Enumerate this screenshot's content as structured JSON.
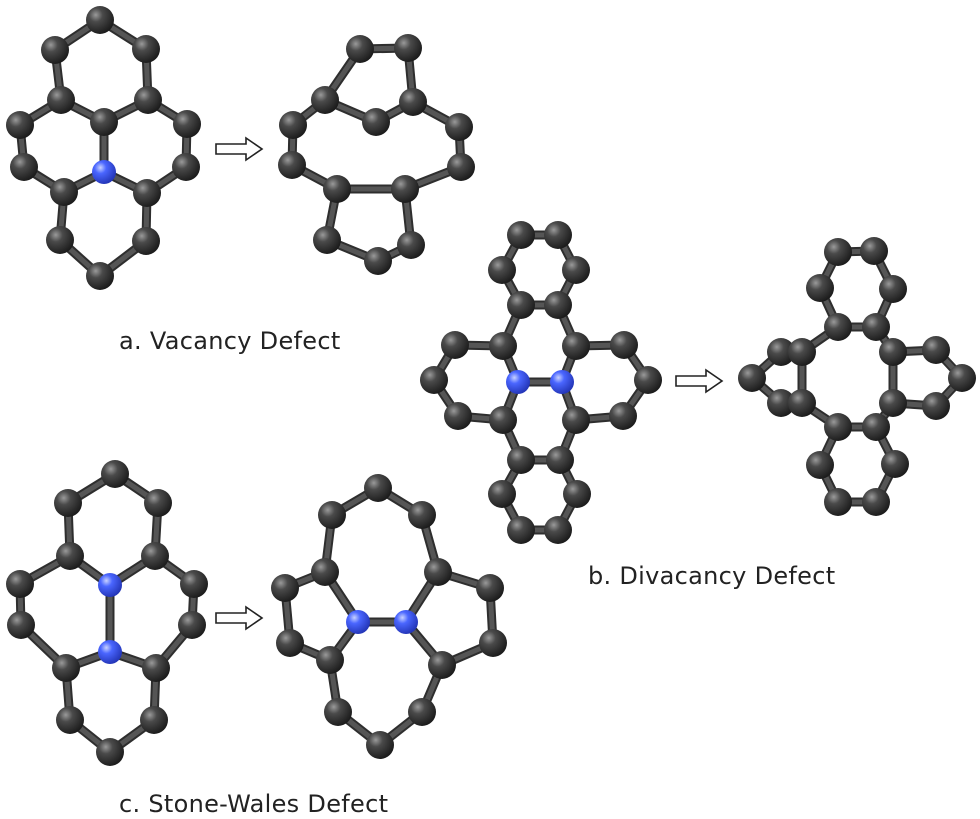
{
  "captions": {
    "vacancy": "a. Vacancy Defect",
    "divacancy": "b. Divacancy Defect",
    "stone_wales": "c. Stone-Wales Defect"
  },
  "colors": {
    "carbon": "#3c3c3c",
    "substituted_atom": "#4a66ff",
    "bond": "#555555",
    "arrow_stroke": "#222222",
    "caption_text": "#222222"
  },
  "molecules": [
    {
      "id": "vacancy-before",
      "panel": "a",
      "state": "before"
    },
    {
      "id": "vacancy-after",
      "panel": "a",
      "state": "after"
    },
    {
      "id": "divacancy-before",
      "panel": "b",
      "state": "before"
    },
    {
      "id": "divacancy-after",
      "panel": "b",
      "state": "after"
    },
    {
      "id": "stone-wales-before",
      "panel": "c",
      "state": "before"
    },
    {
      "id": "stone-wales-after",
      "panel": "c",
      "state": "after"
    }
  ],
  "arrows": [
    {
      "id": "vacancy-arrow",
      "icon": "right-outline-arrow-icon"
    },
    {
      "id": "divacancy-arrow",
      "icon": "right-outline-arrow-icon"
    },
    {
      "id": "stone-wales-arrow",
      "icon": "right-outline-arrow-icon"
    }
  ]
}
